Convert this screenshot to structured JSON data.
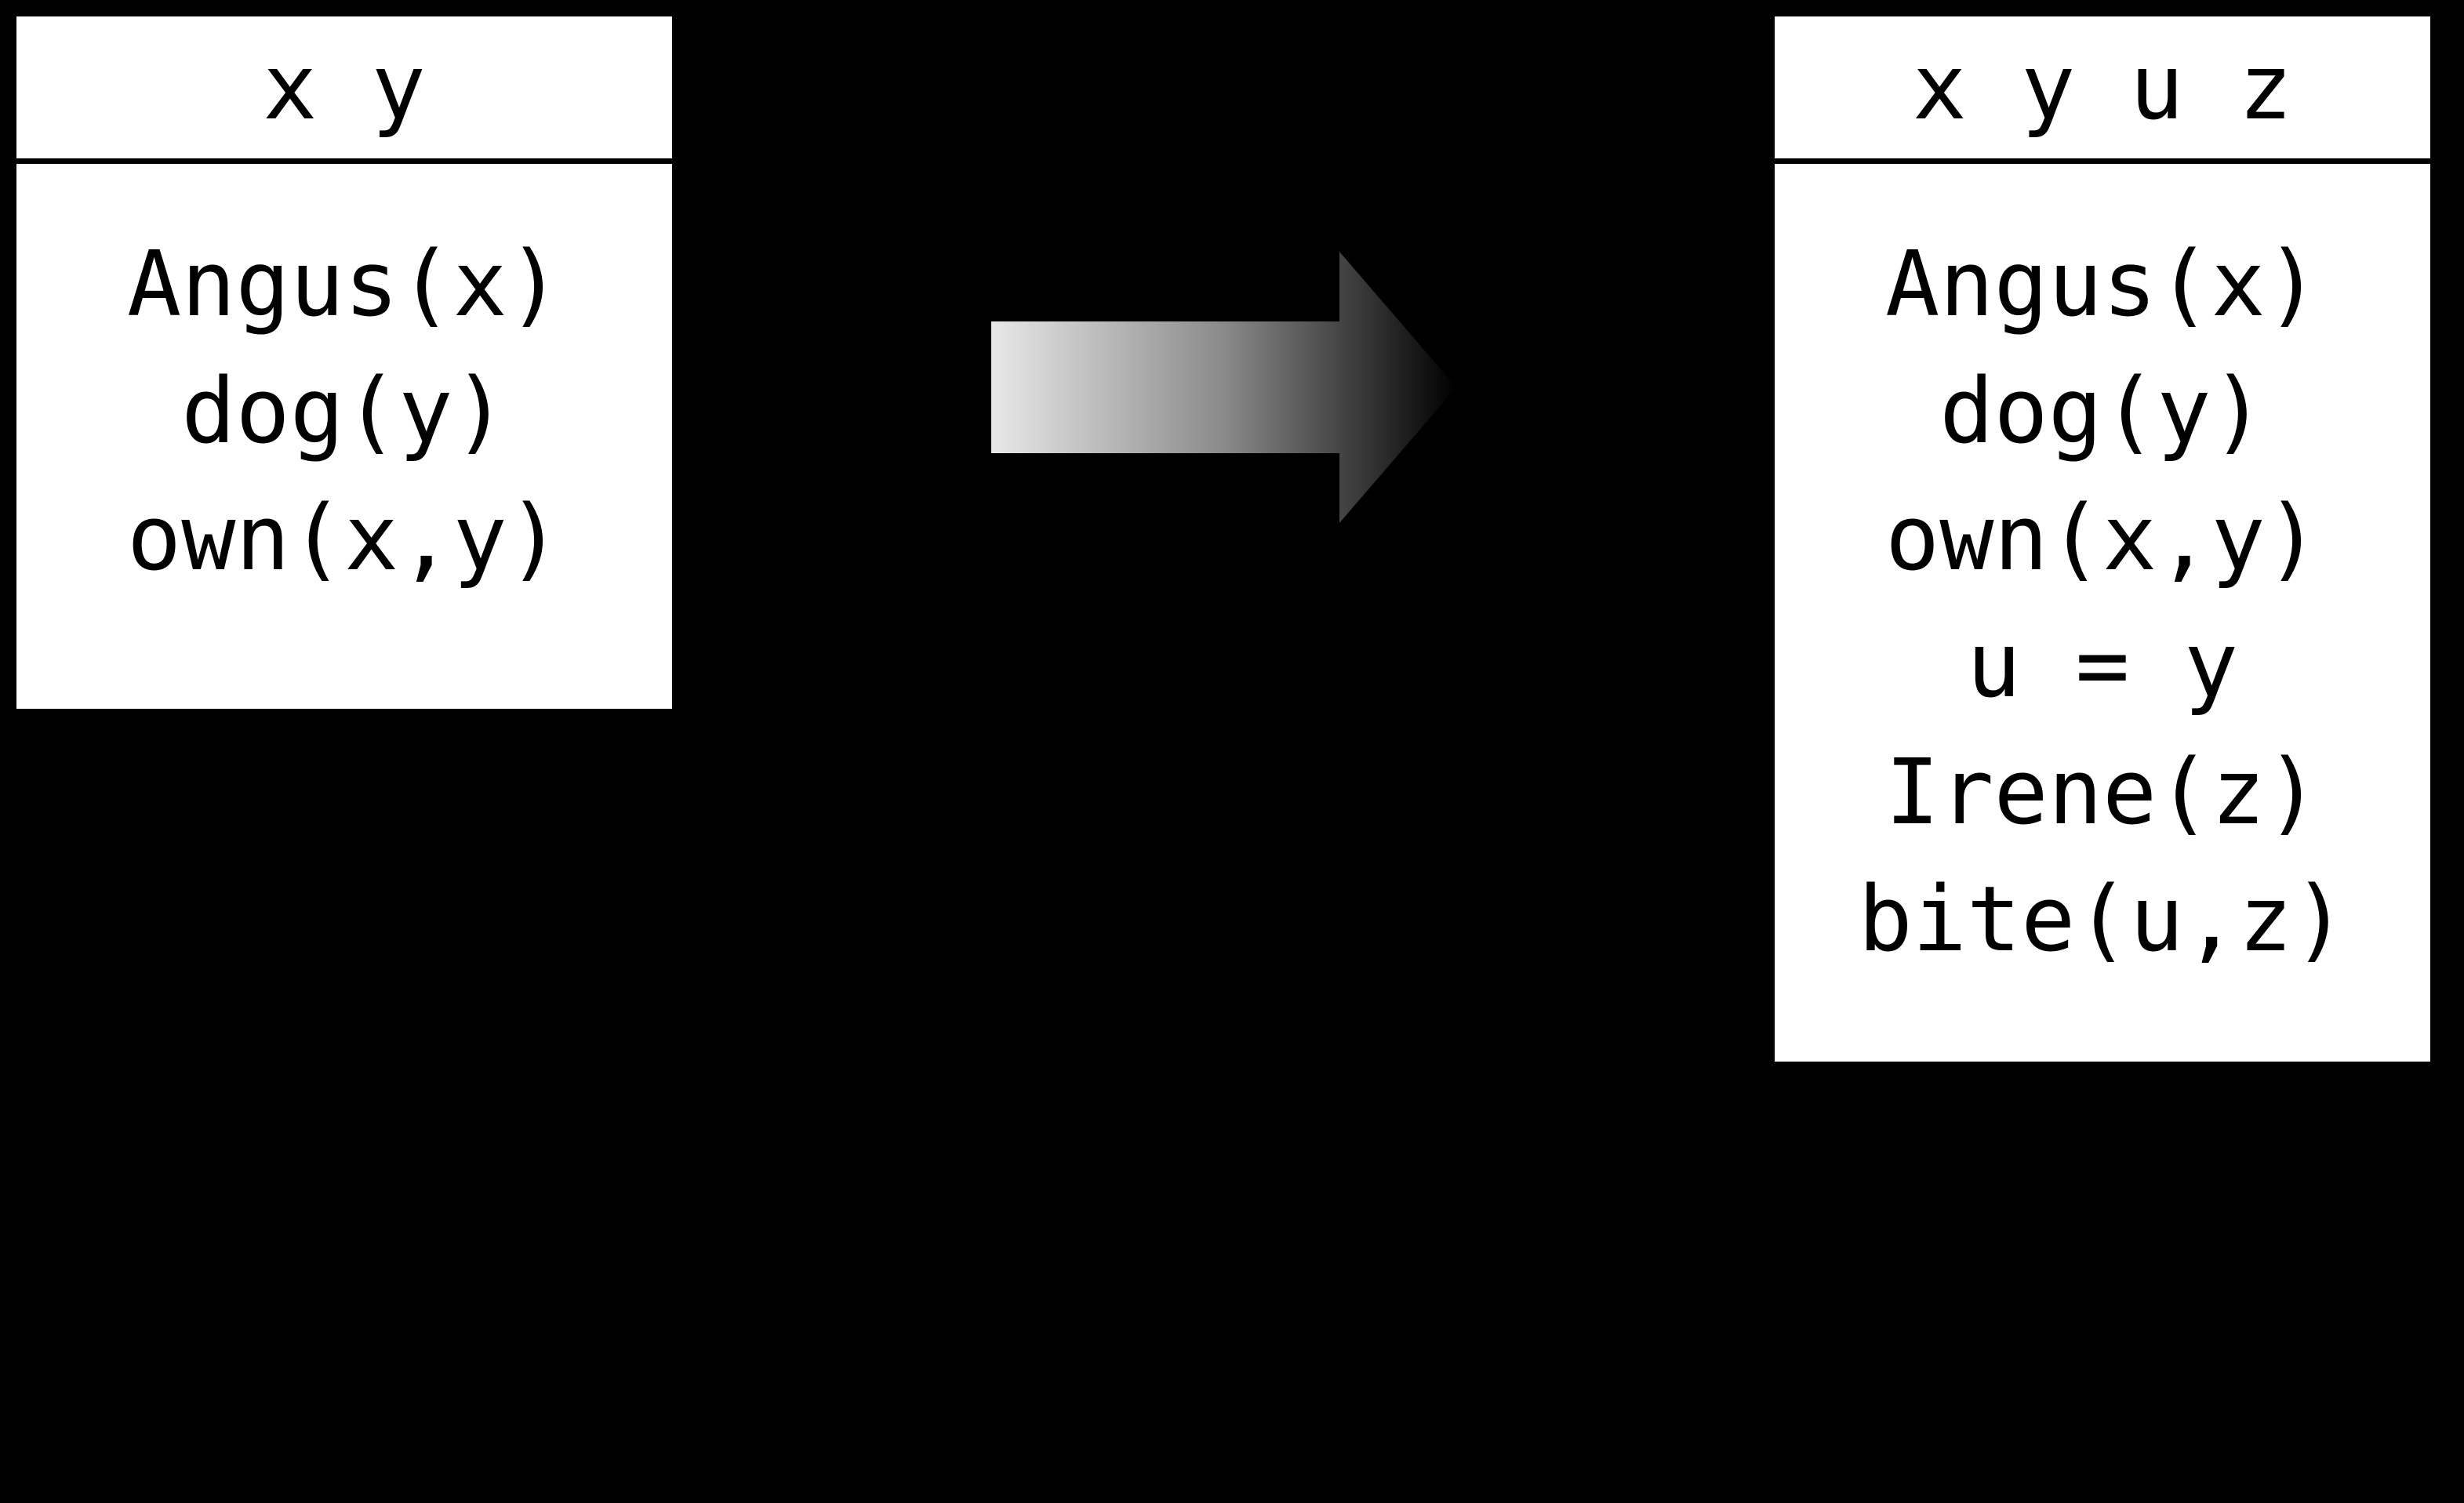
{
  "diagram": {
    "description": "DRS merge diagram: two discourse representation structure boxes joined by a right-pointing gradient arrow",
    "colors": {
      "background": "#000000",
      "box_fill": "#ffffff",
      "box_line": "#000000",
      "text": "#000000",
      "arrow_gradient_start": "#e8e8e8",
      "arrow_gradient_end": "#000000"
    },
    "left_drs": {
      "universe": "x y",
      "conditions": [
        "Angus(x)",
        "dog(y)",
        "own(x,y)"
      ]
    },
    "arrow": {
      "direction": "right",
      "meaning": "merge / transformation arrow"
    },
    "right_drs": {
      "universe": "x y u z",
      "conditions": [
        "Angus(x)",
        "dog(y)",
        "own(x,y)",
        "u = y",
        "Irene(z)",
        "bite(u,z)"
      ]
    }
  }
}
